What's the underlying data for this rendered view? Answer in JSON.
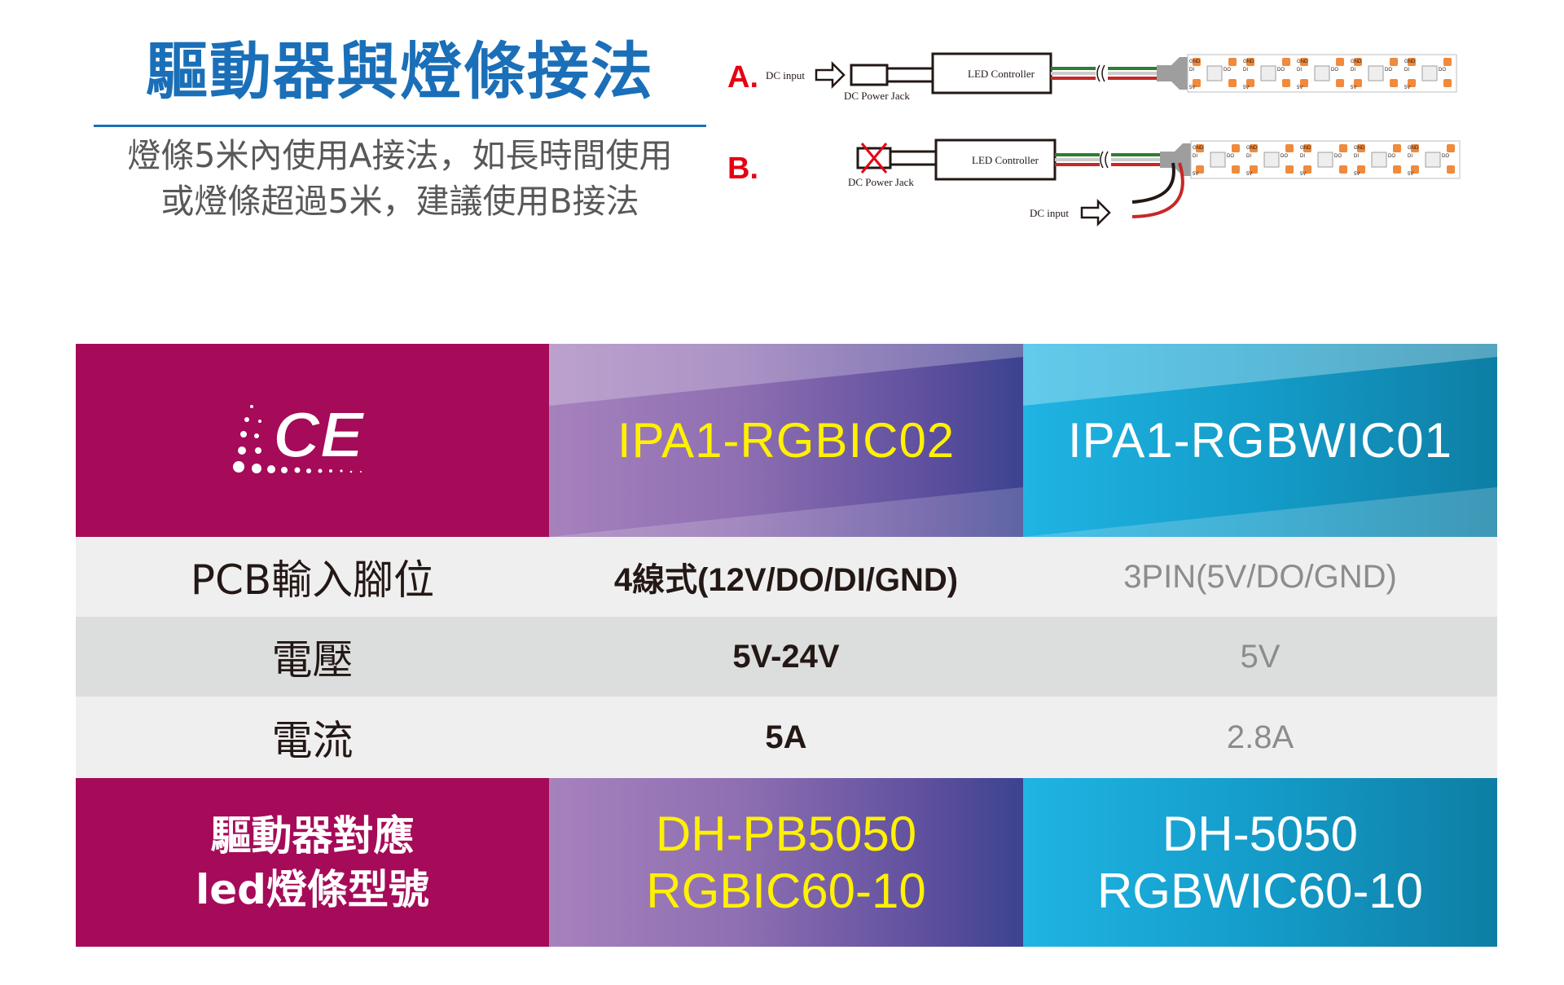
{
  "header": {
    "title": "驅動器與燈條接法",
    "subtitle_line1": "燈條5米內使用A接法，如長時間使用",
    "subtitle_line2": "或燈條超過5米，建議使用B接法"
  },
  "diagram": {
    "label_a": "A.",
    "label_b": "B.",
    "dc_input": "DC input",
    "dc_power_jack": "DC Power Jack",
    "led_controller": "LED Controller",
    "strip_gnd": "GND",
    "strip_do": "DO",
    "strip_di": "DI",
    "strip_5v": "5V",
    "wire_colors": [
      "#2e7d32",
      "#e8e8e8",
      "#c62828"
    ]
  },
  "table": {
    "logo_text": "CE",
    "model_1": "IPA1-RGBIC02",
    "model_2": "IPA1-RGBWIC01",
    "rows": [
      {
        "label": "PCB輸入腳位",
        "v1": "4線式(12V/DO/DI/GND)",
        "v2": "3PIN(5V/DO/GND)"
      },
      {
        "label": "電壓",
        "v1": "5V-24V",
        "v2": "5V"
      },
      {
        "label": "電流",
        "v1": "5A",
        "v2": "2.8A"
      }
    ],
    "footer_label_line1": "驅動器對應",
    "footer_label_line2": "led燈條型號",
    "footer_model_1_line1": "DH-PB5050",
    "footer_model_1_line2": "RGBIC60-10",
    "footer_model_2_line1": "DH-5050",
    "footer_model_2_line2": "RGBWIC60-10"
  },
  "colors": {
    "title_blue": "#1a6fb8",
    "magenta": "#a50b59",
    "yellow_text": "#fff100",
    "warning_red": "#e60012"
  }
}
